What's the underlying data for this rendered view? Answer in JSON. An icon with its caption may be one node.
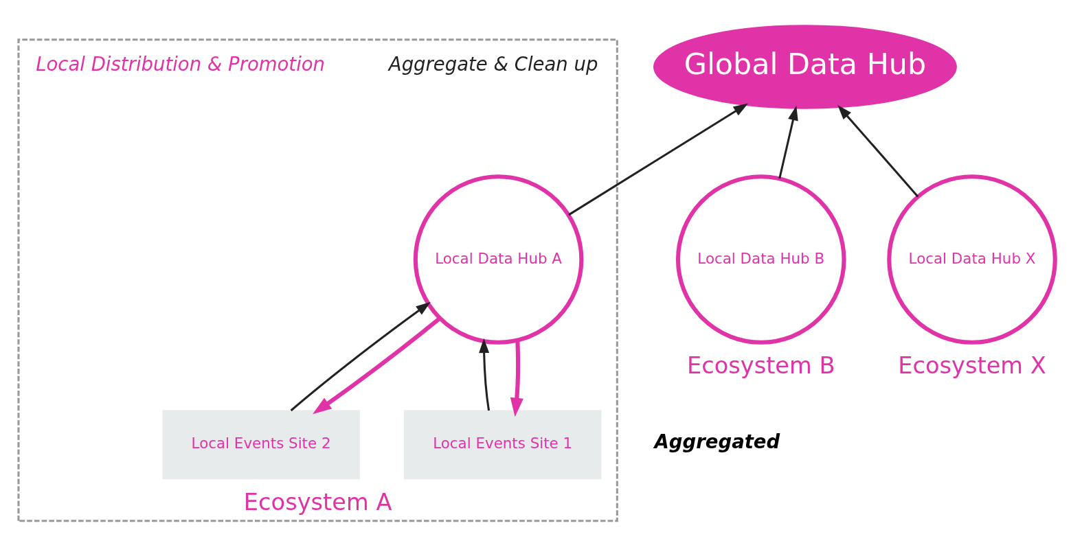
{
  "diagram": {
    "nodes": [
      {
        "text": [
          "Global Data Hub"
        ]
      },
      {
        "text": [
          "Ecosystem A"
        ]
      },
      {
        "text": [
          "Local Data Hub A"
        ],
        "in": 1
      },
      {
        "text": [
          "Local Events Site 1"
        ],
        "in": 1
      },
      {
        "text": [
          "Local Events Site 2"
        ],
        "in": 1
      },
      {
        "text": [
          "Local Data Hub B"
        ],
        "beside": [
          "Ecosystem B"
        ]
      },
      {
        "text": [
          "Local Data Hub X"
        ],
        "beside": [
          "Ecosystem X"
        ]
      }
    ],
    "edges": [
      {
        "from": 2,
        "to": 0,
        "arrow": "to"
      },
      {
        "from": 5,
        "to": 0,
        "arrow": "to"
      },
      {
        "from": 6,
        "to": 0,
        "arrow": "to"
      },
      {
        "from": 2,
        "to": 3,
        "arrow": "to",
        "style": "thick",
        "color": "#e033a8"
      },
      {
        "from": 2,
        "to": 4,
        "arrow": "to",
        "style": "thick",
        "color": "#e033a8"
      },
      {
        "from": 3,
        "to": 2,
        "arrow": "to"
      },
      {
        "from": 4,
        "to": 2,
        "arrow": "to"
      }
    ],
    "labels": [
      "Aggregated",
      "Aggregate & Clean up",
      "Local Distribution & Promotion"
    ]
  }
}
